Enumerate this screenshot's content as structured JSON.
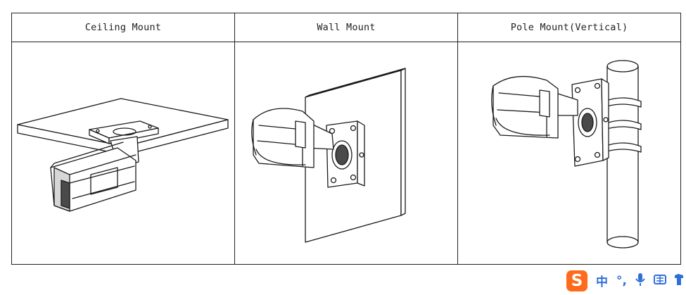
{
  "table": {
    "headers": [
      "Ceiling Mount",
      "Wall Mount",
      "Pole Mount(Vertical)"
    ]
  },
  "ime_toolbar": {
    "logo_icon": "sogou-s-icon",
    "lang_label": "中",
    "punct_label": "°,",
    "icons": [
      "microphone-icon",
      "keyboard-icon",
      "shirt-icon"
    ],
    "accent_color": "#ff6a1b",
    "icon_color": "#2f6fd8"
  }
}
